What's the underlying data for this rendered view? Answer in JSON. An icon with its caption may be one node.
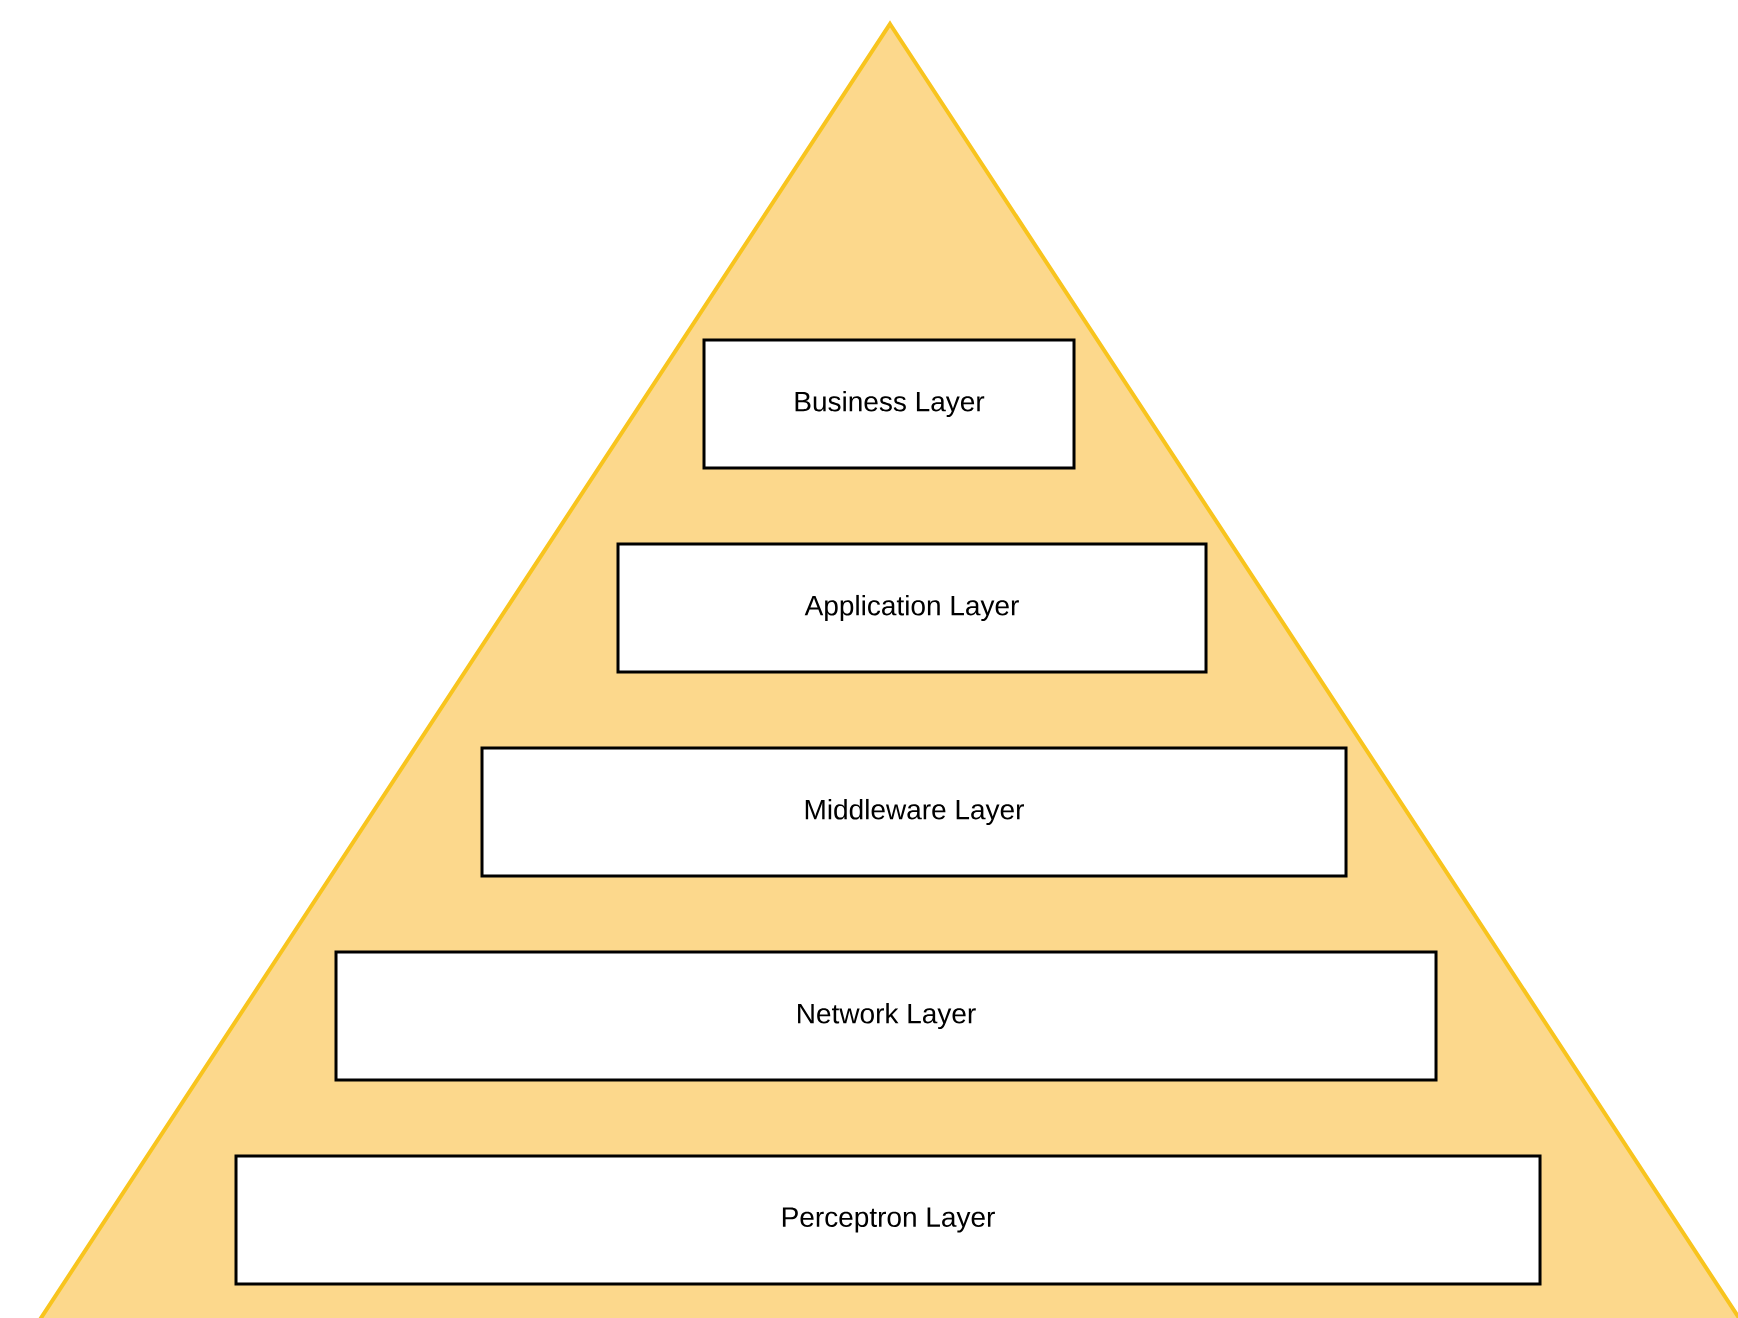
{
  "diagram": {
    "nodes": [
      {
        "text": [
          "Business Layer"
        ]
      },
      {
        "text": [
          "Application Layer"
        ]
      },
      {
        "text": [
          "Middleware Layer"
        ]
      },
      {
        "text": [
          "Network Layer"
        ]
      },
      {
        "text": [
          "Perceptron Layer"
        ]
      }
    ]
  }
}
